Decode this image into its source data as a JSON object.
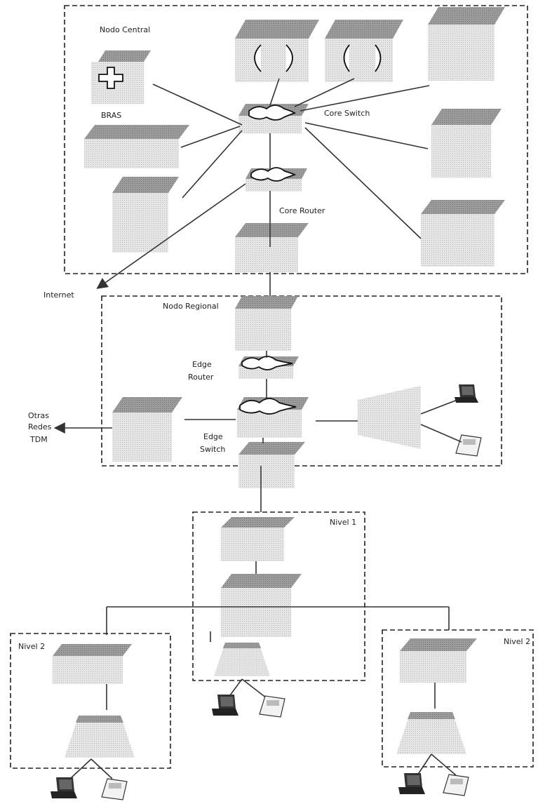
{
  "labels": {
    "nodo_central": "Nodo Central",
    "bras": "BRAS",
    "core_switch": "Core Switch",
    "core_router": "Core Router",
    "internet": "Internet",
    "nodo_regional": "Nodo Regional",
    "edge_router_line1": "Edge",
    "edge_router_line2": "Router",
    "edge_switch_line1": "Edge",
    "edge_switch_line2": "Switch",
    "otras_line1": "Otras",
    "otras_line2": "Redes",
    "otras_line3": "TDM",
    "nivel1": "Nivel 1",
    "nivel2_left": "Nivel 2",
    "nivel2_right": "Nivel 2"
  },
  "icons": {
    "router": "router-icon",
    "switch": "switch-icon",
    "server": "server-icon",
    "laptop": "laptop-icon",
    "phone": "phone-icon",
    "arrow": "arrow-icon"
  }
}
